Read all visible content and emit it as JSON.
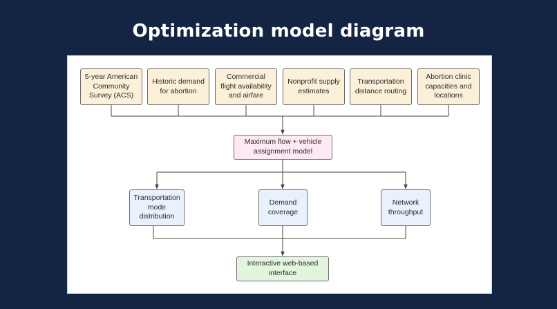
{
  "title": "Optimization model diagram",
  "nodes": {
    "acs": "5-year American\nCommunity\nSurvey (ACS)",
    "historic_demand": "Historic demand\nfor abortion",
    "flights": "Commercial\nflight availability\nand airfare",
    "nonprofit": "Nonprofit supply\nestimates",
    "transport_routing": "Transportation\ndistance routing",
    "clinics": "Abortion clinic\ncapacities and\nlocations",
    "model": "Maximum flow + vehicle\nassignment  model",
    "mode_distribution": "Transportation\nmode\ndistribution",
    "demand_coverage": "Demand\ncoverage",
    "network_throughput": "Network\nthroughput",
    "interface": "Interactive web-based\ninterface"
  },
  "colors": {
    "background": "#142544",
    "source_fill": "#fdf0d8",
    "model_fill": "#fde8f3",
    "output_fill": "#e9f1fc",
    "interface_fill": "#e3f5dc",
    "connector": "#444444"
  }
}
